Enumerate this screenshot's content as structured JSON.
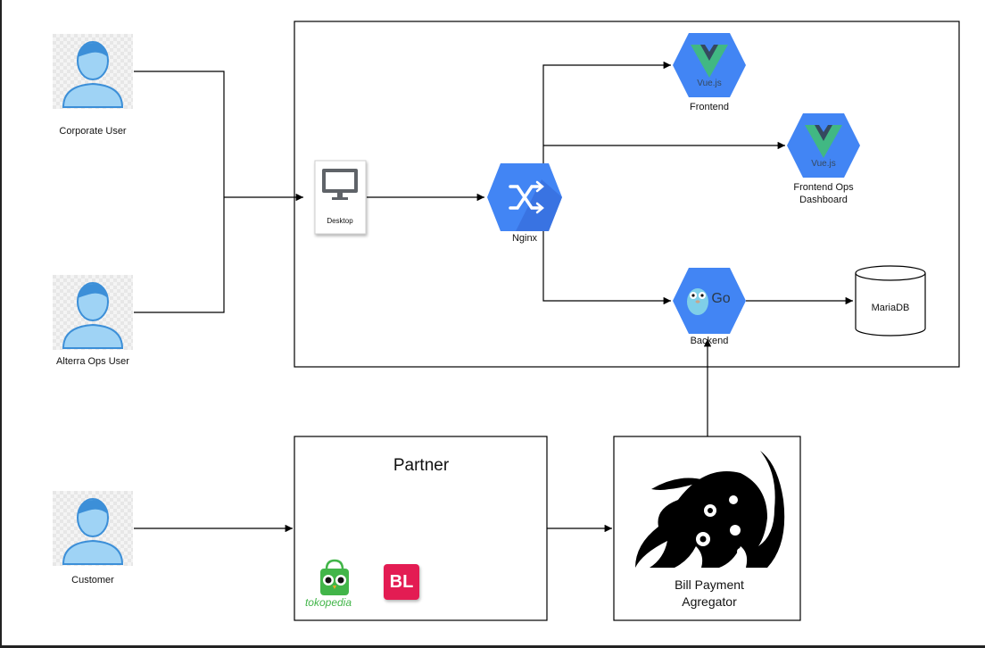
{
  "users": [
    {
      "id": "corporate",
      "label": "Corporate User"
    },
    {
      "id": "alterra",
      "label": "Alterra Ops User"
    },
    {
      "id": "customer",
      "label": "Customer"
    }
  ],
  "nodes": {
    "desktop": {
      "label": "Desktop",
      "icon": "monitor-icon"
    },
    "nginx": {
      "label": "Nginx",
      "icon": "shuffle-icon"
    },
    "frontend": {
      "label": "Frontend",
      "icon": "vuejs-icon",
      "logo_text": "Vue.js"
    },
    "frontend_ops": {
      "label_line1": "Frontend Ops",
      "label_line2": "Dashboard",
      "icon": "vuejs-icon",
      "logo_text": "Vue.js"
    },
    "backend": {
      "label": "Backend",
      "icon": "go-gopher-icon",
      "logo_text": "Go"
    },
    "mariadb": {
      "label": "MariaDB",
      "icon": "database-cylinder-icon"
    }
  },
  "partner": {
    "title": "Partner",
    "logos": [
      {
        "name": "tokopedia",
        "text": "tokopedia",
        "color": "#42b549"
      },
      {
        "name": "bukalapak",
        "text": "BL",
        "color": "#e31e52"
      }
    ]
  },
  "bill_payment": {
    "line1": "Bill Payment",
    "line2": "Agregator",
    "icon": "octopus-logo-icon"
  },
  "colors": {
    "hex_blue": "#4285f4",
    "vue_green": "#41b883",
    "vue_dark": "#35495e",
    "user_fill": "#9fd3f5",
    "user_stroke": "#3c8fd8",
    "line": "#000000"
  }
}
